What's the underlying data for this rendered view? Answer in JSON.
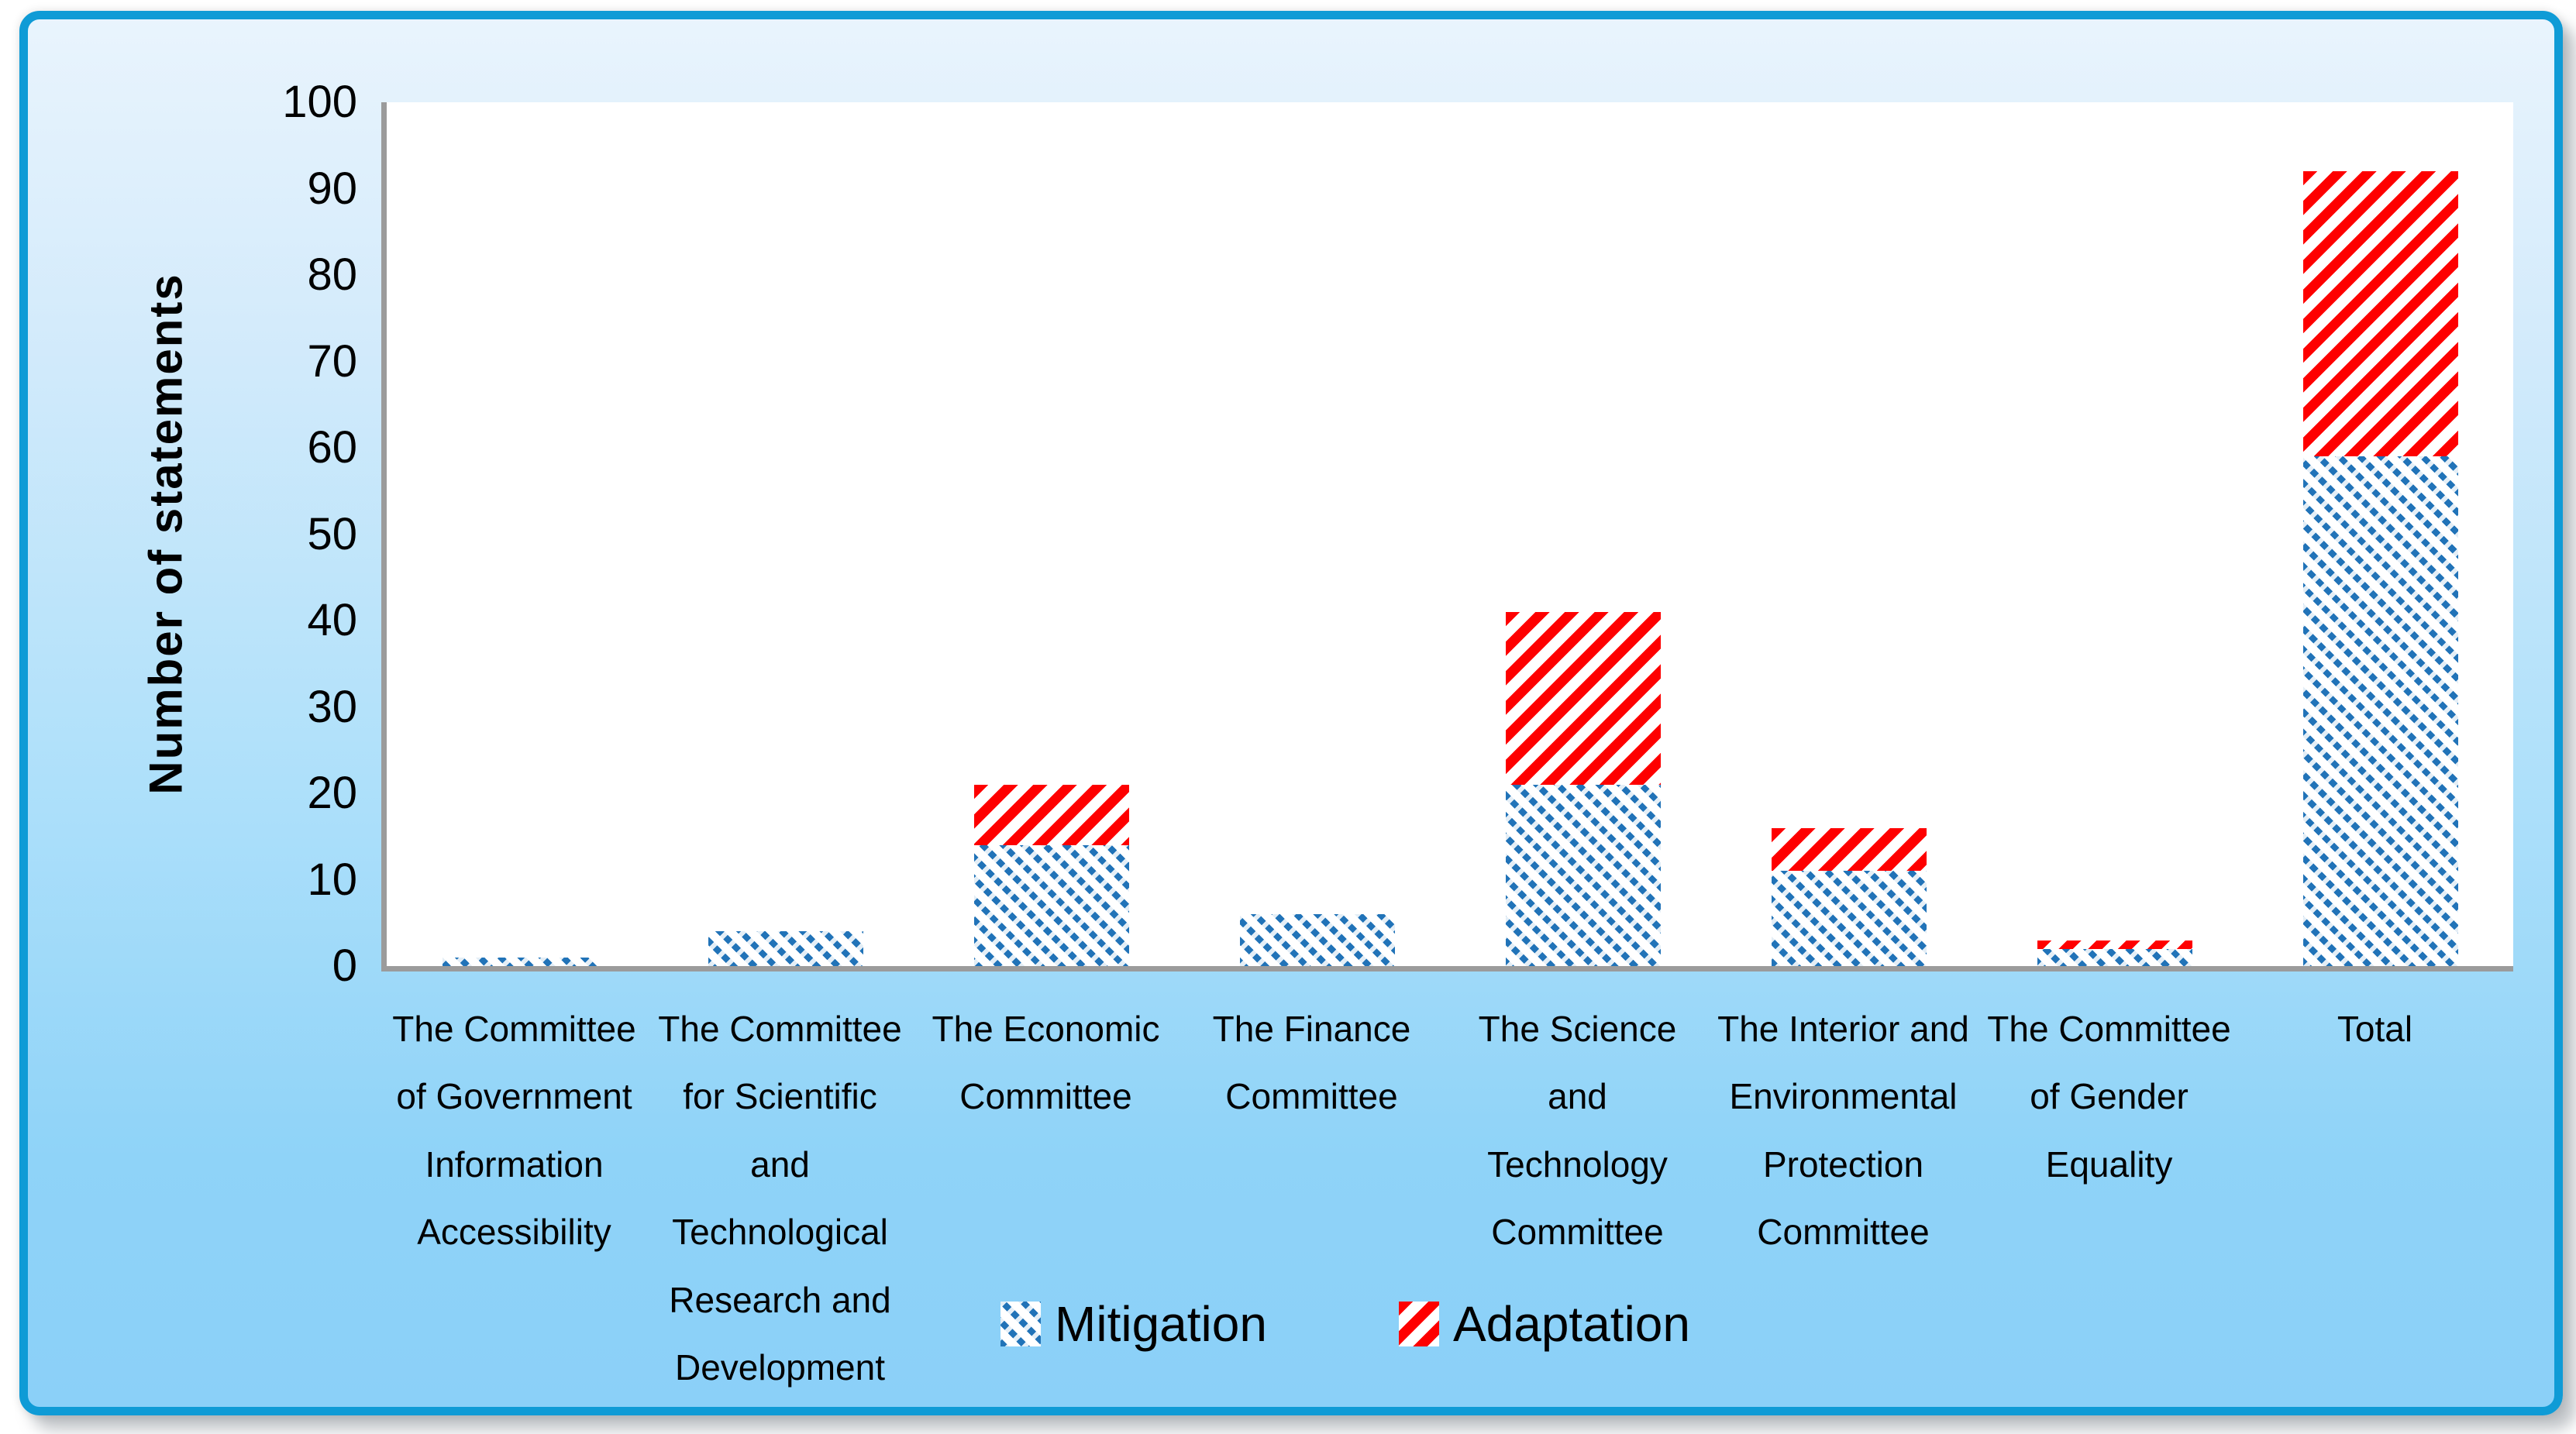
{
  "colors": {
    "mitigation": "#2173B8",
    "adaptation": "#FE0000",
    "frame_border": "#0F9BD6",
    "background_top": "#E9F4FD",
    "background_bottom": "#8BD0F8",
    "plot_background": "#FFFFFF",
    "axis_line": "#9B9B9B",
    "text": "#000000"
  },
  "chart_data": {
    "type": "bar",
    "stacked": true,
    "title": "",
    "xlabel": "",
    "ylabel": "Number of statements",
    "ylim": [
      0,
      100
    ],
    "yticks": [
      0,
      10,
      20,
      30,
      40,
      50,
      60,
      70,
      80,
      90,
      100
    ],
    "grid": false,
    "legend_position": "bottom",
    "categories": [
      "The Committee\nof Government\nInformation\nAccessibility",
      "The Committee\nfor Scientific and\nTechnological\nResearch and\nDevelopment",
      "The Economic\nCommittee",
      "The Finance\nCommittee",
      "The Science and\nTechnology\nCommittee",
      "The Interior and\nEnvironmental\nProtection\nCommittee",
      "The Committee\nof Gender\nEquality",
      "Total"
    ],
    "series": [
      {
        "name": "Mitigation",
        "color": "#2173B8",
        "pattern": "diagonal-dotted-backslash",
        "values": [
          1,
          4,
          14,
          6,
          21,
          11,
          2,
          59
        ]
      },
      {
        "name": "Adaptation",
        "color": "#FE0000",
        "pattern": "diagonal-stripes-slash",
        "values": [
          0,
          0,
          7,
          0,
          20,
          5,
          1,
          33
        ]
      }
    ]
  },
  "legend": {
    "items": [
      {
        "label": "Mitigation"
      },
      {
        "label": "Adaptation"
      }
    ]
  }
}
